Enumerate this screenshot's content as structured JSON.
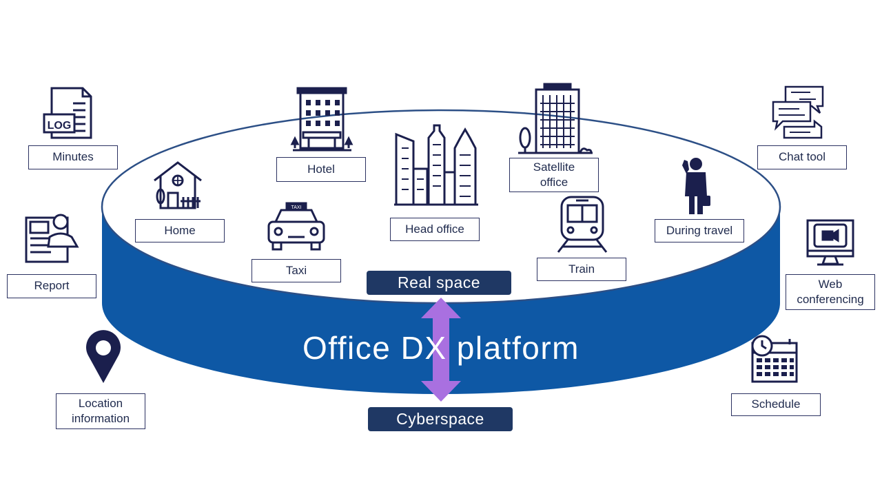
{
  "platform": {
    "title": "Office DX platform",
    "real_space": "Real space",
    "cyberspace": "Cyberspace"
  },
  "locations": {
    "hotel": "Hotel",
    "satellite_office": "Satellite\noffice",
    "home": "Home",
    "head_office": "Head office",
    "during_travel": "During travel",
    "taxi": "Taxi",
    "train": "Train"
  },
  "tools": {
    "minutes": "Minutes",
    "log_icon_text": "LOG",
    "report": "Report",
    "location_information": "Location\ninformation",
    "chat_tool": "Chat tool",
    "web_conferencing": "Web\nconferencing",
    "schedule": "Schedule",
    "taxi_sign": "TAXI"
  },
  "colors": {
    "cylinder": "#0e58a5",
    "icon": "#1b1f4d",
    "tag": "#1f3864",
    "arrow": "#a970e0"
  }
}
